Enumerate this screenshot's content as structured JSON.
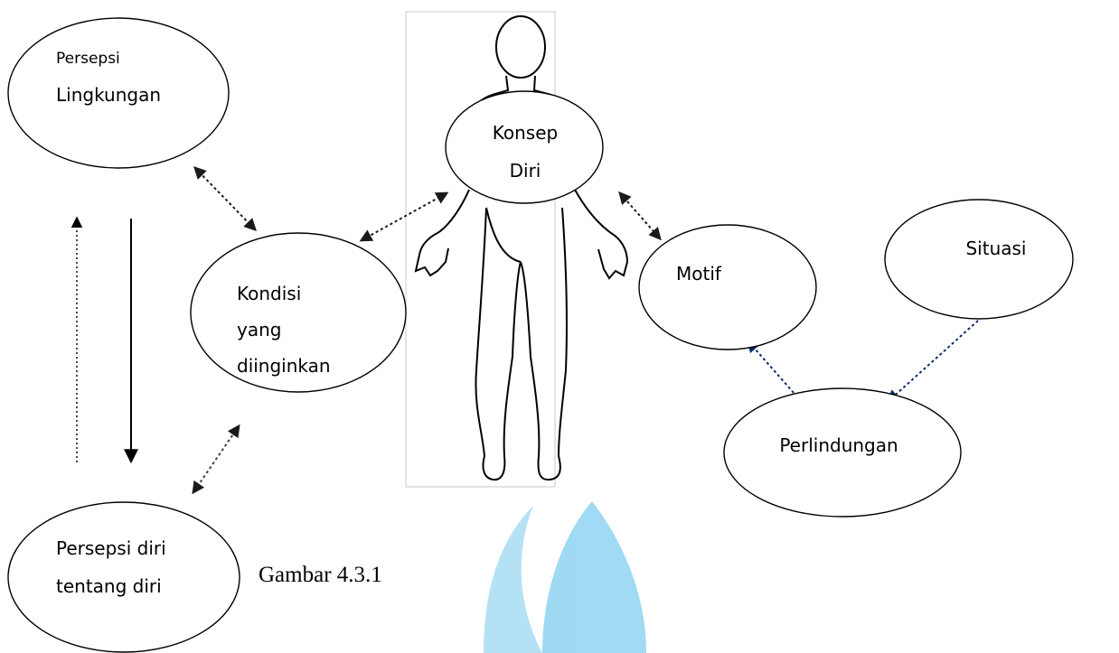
{
  "nodes": {
    "persepsi_lingkungan": {
      "lines": [
        "Persepsi",
        "Lingkungan"
      ]
    },
    "konsep_diri": {
      "lines": [
        "Konsep",
        "Diri"
      ]
    },
    "kondisi": {
      "lines": [
        "Kondisi",
        "yang",
        "diinginkan"
      ]
    },
    "motif": {
      "lines": [
        "Motif"
      ]
    },
    "situasi": {
      "lines": [
        "Situasi"
      ]
    },
    "perlindungan": {
      "lines": [
        "Perlindungan"
      ]
    },
    "persepsi_diri": {
      "lines": [
        "Persepsi diri",
        "tentang diri"
      ]
    }
  },
  "caption": "Gambar 4.3.1",
  "colors": {
    "stroke": "#000000",
    "arrow_dark": "#1f2a44",
    "arrow_navy": "#0b2a6b",
    "watermark": "#8fd3f2"
  }
}
